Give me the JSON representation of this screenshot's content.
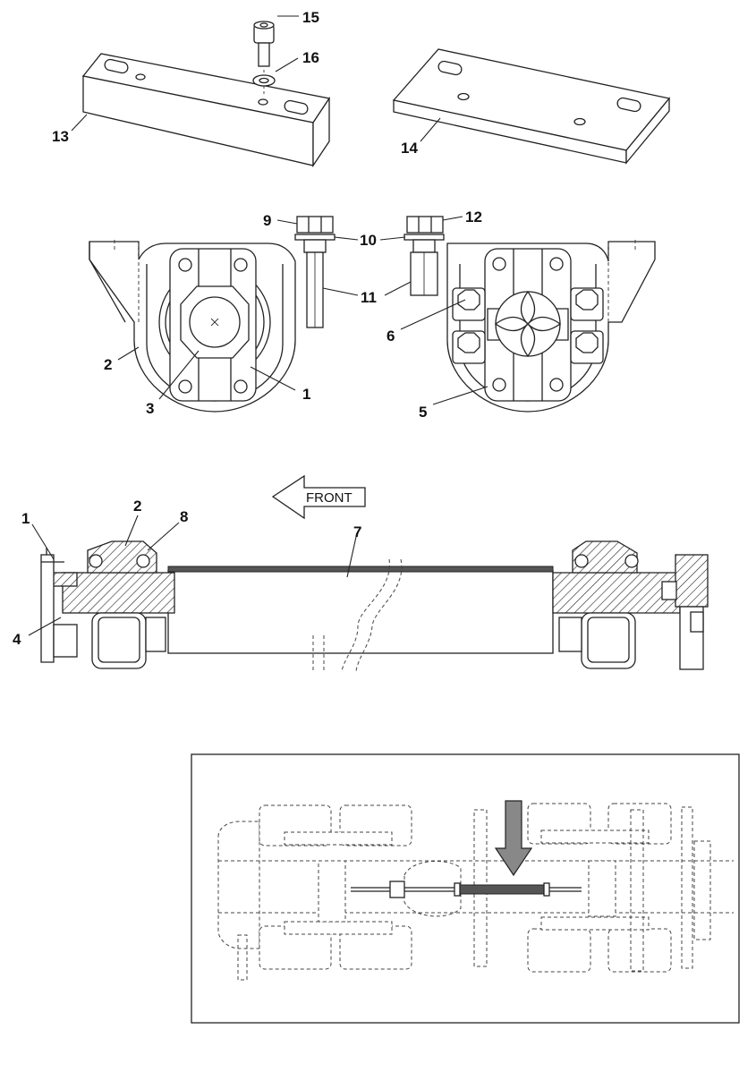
{
  "callouts": {
    "c1": "1",
    "c2": "2",
    "c3": "3",
    "c4": "4",
    "c5": "5",
    "c6": "6",
    "c7": "7",
    "c8": "8",
    "c9": "9",
    "c10": "10",
    "c11": "11",
    "c12": "12",
    "c13": "13",
    "c14": "14",
    "c15": "15",
    "c16": "16"
  },
  "front_arrow_label": "FRONT",
  "colors": {
    "line": "#222222",
    "background": "#ffffff",
    "highlight_arrow": "#888888"
  }
}
